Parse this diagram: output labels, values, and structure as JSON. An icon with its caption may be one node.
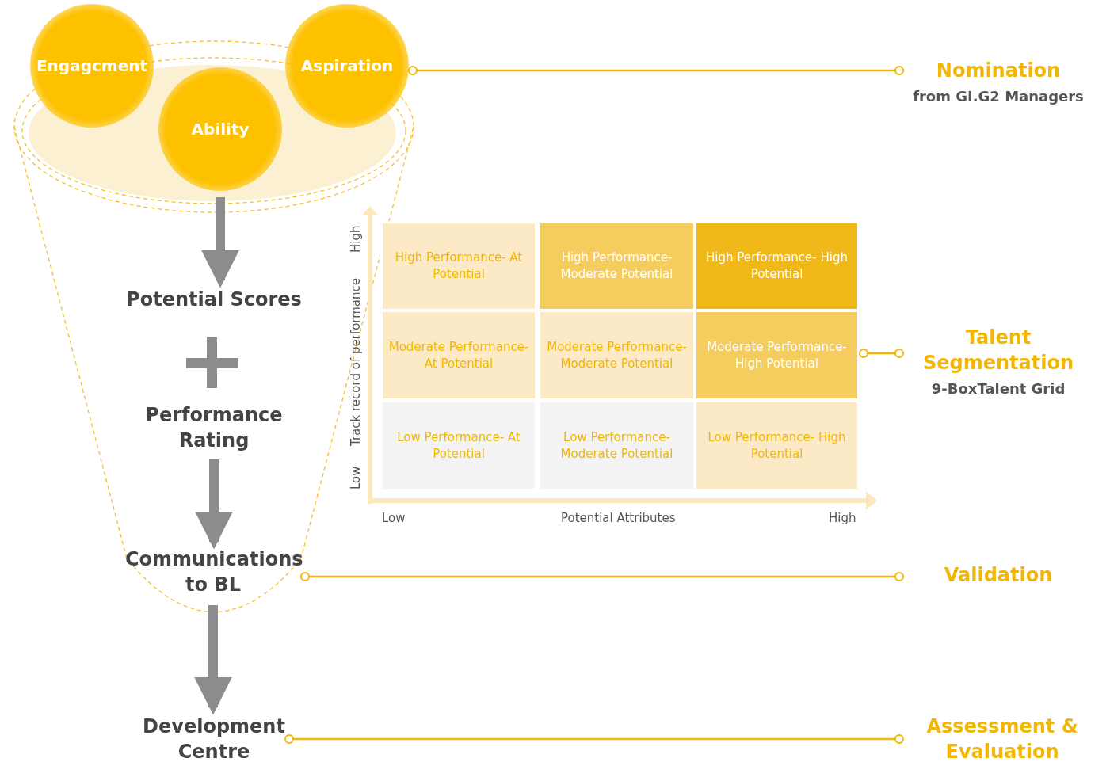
{
  "diagram": {
    "nodes": [
      {
        "text": [
          "Engagcment"
        ]
      },
      {
        "text": [
          "Aspiration"
        ]
      },
      {
        "text": [
          "Ability"
        ]
      },
      {
        "text": [
          "Potential Scores"
        ]
      },
      {
        "text": [
          "Performance Rating"
        ]
      },
      {
        "text": [
          "Communications to BL"
        ]
      },
      {
        "text": [
          "Development Centre"
        ]
      },
      {
        "text": [
          "Nomination",
          "from GI.G2 Managers"
        ]
      },
      {
        "text": [],
        "shape": "box"
      },
      {
        "text": [
          "High Performance- At Potential"
        ],
        "in": 8
      },
      {
        "text": [
          "High Performance- Moderate Potential"
        ],
        "in": 8
      },
      {
        "text": [
          "High Performance- High Potential"
        ],
        "in": 8
      },
      {
        "text": [
          "Moderate Performance- At Potential"
        ],
        "in": 8
      },
      {
        "text": [
          "Moderate Performance- Moderate Potential"
        ],
        "in": 8
      },
      {
        "text": [
          "Moderate Performance- High Potential"
        ],
        "in": 8
      },
      {
        "text": [
          "Low Performance- At Potential"
        ],
        "in": 8
      },
      {
        "text": [
          "Low Performance- Moderate Potential"
        ],
        "in": 8
      },
      {
        "text": [
          "Low Performance- High Potential"
        ],
        "in": 8
      },
      {
        "text": [
          "Talent Segmentation",
          "9-BoxTalent Grid"
        ]
      },
      {
        "text": [
          "Validation"
        ]
      },
      {
        "text": [
          "Assessment & Evaluation"
        ]
      }
    ],
    "edges": [
      {
        "from": 2,
        "to": 3,
        "arrow": "to",
        "style": "thick",
        "color": "#8a8c8e"
      },
      {
        "from": 4,
        "to": 5,
        "arrow": "to",
        "style": "thick",
        "color": "#8a8c8e"
      },
      {
        "from": 5,
        "to": 6,
        "arrow": "to",
        "style": "thick",
        "color": "#8a8c8e"
      },
      {
        "from": 1,
        "to": 7,
        "arrow": "other"
      },
      {
        "from": 8,
        "to": 18,
        "arrow": "other"
      },
      {
        "from": 5,
        "to": 19,
        "arrow": "other"
      },
      {
        "from": 6,
        "to": 20,
        "arrow": "other"
      }
    ],
    "labels": [
      "High",
      "Track record of performance",
      "Low",
      "Low",
      "Potential Attributes",
      "High"
    ]
  }
}
